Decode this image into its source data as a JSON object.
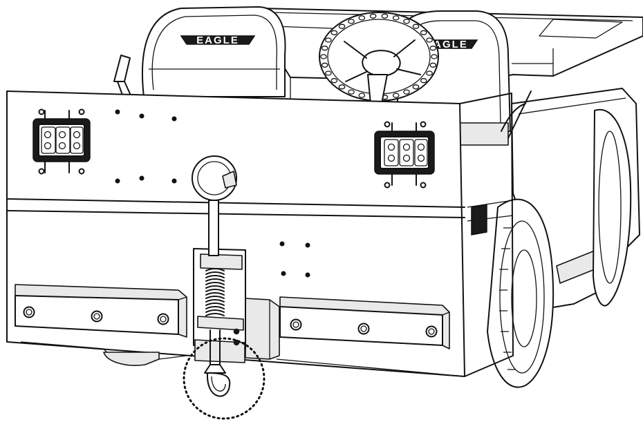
{
  "logos": {
    "brand": "EAGLE"
  },
  "colors": {
    "line": "#111111",
    "fill": "#ffffff",
    "shade": "#e9e9e9"
  },
  "callout": {
    "style": "dotted-circle",
    "target": "tow-pin-lock-ring"
  }
}
